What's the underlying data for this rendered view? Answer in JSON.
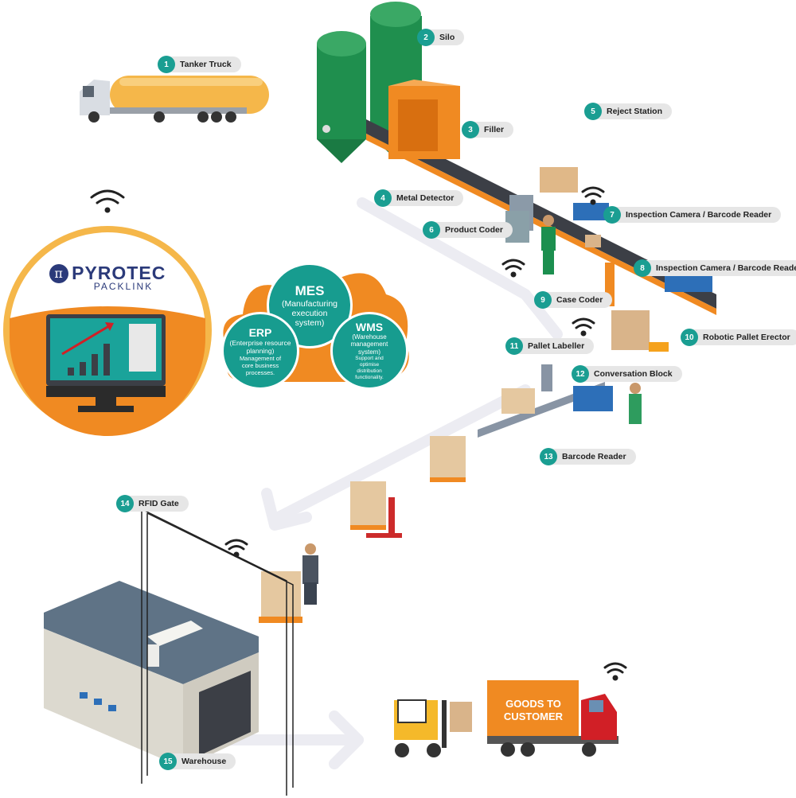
{
  "brand": {
    "name": "PYROTEC",
    "sub": "PACKLINK"
  },
  "steps": [
    {
      "num": "1",
      "label": "Tanker Truck"
    },
    {
      "num": "2",
      "label": "Silo"
    },
    {
      "num": "3",
      "label": "Filler"
    },
    {
      "num": "4",
      "label": "Metal Detector"
    },
    {
      "num": "5",
      "label": "Reject Station"
    },
    {
      "num": "6",
      "label": "Product Coder"
    },
    {
      "num": "7",
      "label": "Inspection Camera / Barcode Reader"
    },
    {
      "num": "8",
      "label": "Inspection Camera / Barcode Reader"
    },
    {
      "num": "9",
      "label": "Case Coder"
    },
    {
      "num": "10",
      "label": "Robotic Pallet Erector"
    },
    {
      "num": "11",
      "label": "Pallet Labeller"
    },
    {
      "num": "12",
      "label": "Conversation Block"
    },
    {
      "num": "13",
      "label": "Barcode Reader"
    },
    {
      "num": "14",
      "label": "RFID Gate"
    },
    {
      "num": "15",
      "label": "Warehouse"
    }
  ],
  "systems": {
    "mes": {
      "title": "MES",
      "desc": "(Manufacturing execution system)"
    },
    "erp": {
      "title": "ERP",
      "desc": "(Enterprise resource planning)",
      "note": "Management of core business processes."
    },
    "wms": {
      "title": "WMS",
      "desc": "(Warehouse management system)",
      "note": "Support and optimise distribution functionality."
    }
  },
  "truck_sign": {
    "line1": "GOODS TO",
    "line2": "CUSTOMER"
  },
  "colors": {
    "teal": "#1a9e92",
    "orange": "#f08a22",
    "green": "#1f8f4e",
    "pill": "#e6e6e6",
    "navy": "#2b3a7a"
  },
  "icons": [
    "wifi-icon",
    "chart-icon",
    "tanker-truck-icon",
    "silo-icon",
    "forklift-icon",
    "delivery-truck-icon",
    "warehouse-icon",
    "worker-icon",
    "pallet-icon"
  ]
}
